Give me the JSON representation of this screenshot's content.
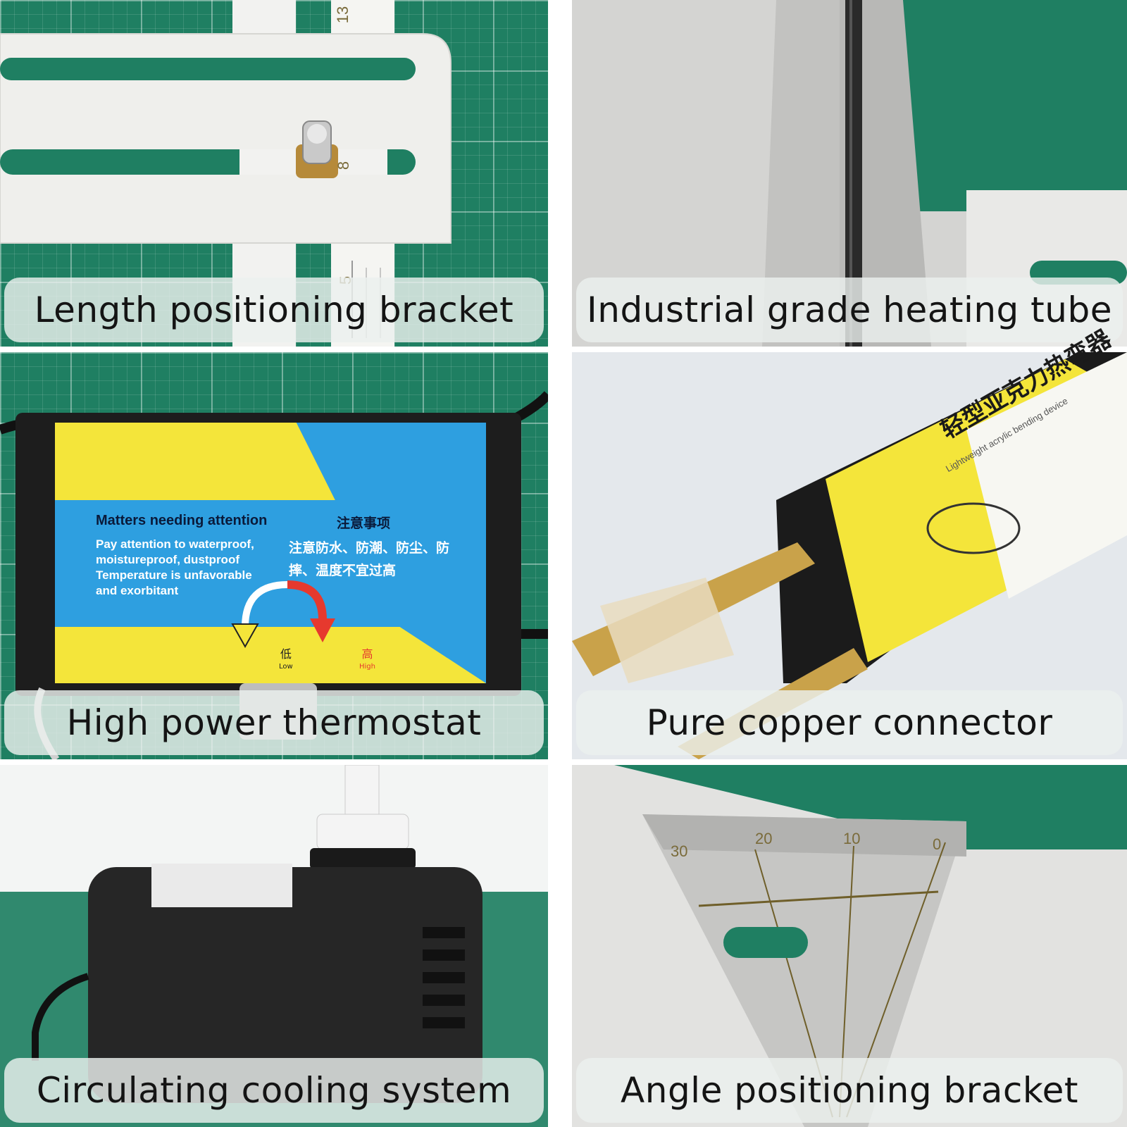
{
  "panels": [
    {
      "caption": "Length positioning bracket"
    },
    {
      "caption": "Industrial grade heating tube"
    },
    {
      "caption": "High power thermostat"
    },
    {
      "caption": "Pure copper connector"
    },
    {
      "caption": "Circulating cooling system"
    },
    {
      "caption": "Angle positioning bracket"
    }
  ],
  "thermostat_label": {
    "en_title": "Matters needing attention",
    "cn_title": "注意事项",
    "en_body": "Pay attention to waterproof, moistureproof, dustproof Temperature is unfavorable and exorbitant",
    "cn_body": "注意防水、防潮、防尘、防摔、温度不宜过高",
    "low_cn": "低",
    "low_en": "Low",
    "high_cn": "高",
    "high_en": "High"
  },
  "connector_device": {
    "cn_name": "轻型亚克力热弯器",
    "en_name": "Lightweight acrylic bending device"
  },
  "angle_ruler": {
    "ticks": [
      "0",
      "10",
      "20",
      "30"
    ]
  },
  "length_ruler": {
    "ticks": [
      "13",
      "8",
      "5"
    ]
  },
  "colors": {
    "mat_green": "#1f7f62",
    "label_blue": "#2e9fe0",
    "label_yellow": "#f4e53a",
    "arrow_red": "#e6392e",
    "caption_bg": "#ebf0ee"
  }
}
